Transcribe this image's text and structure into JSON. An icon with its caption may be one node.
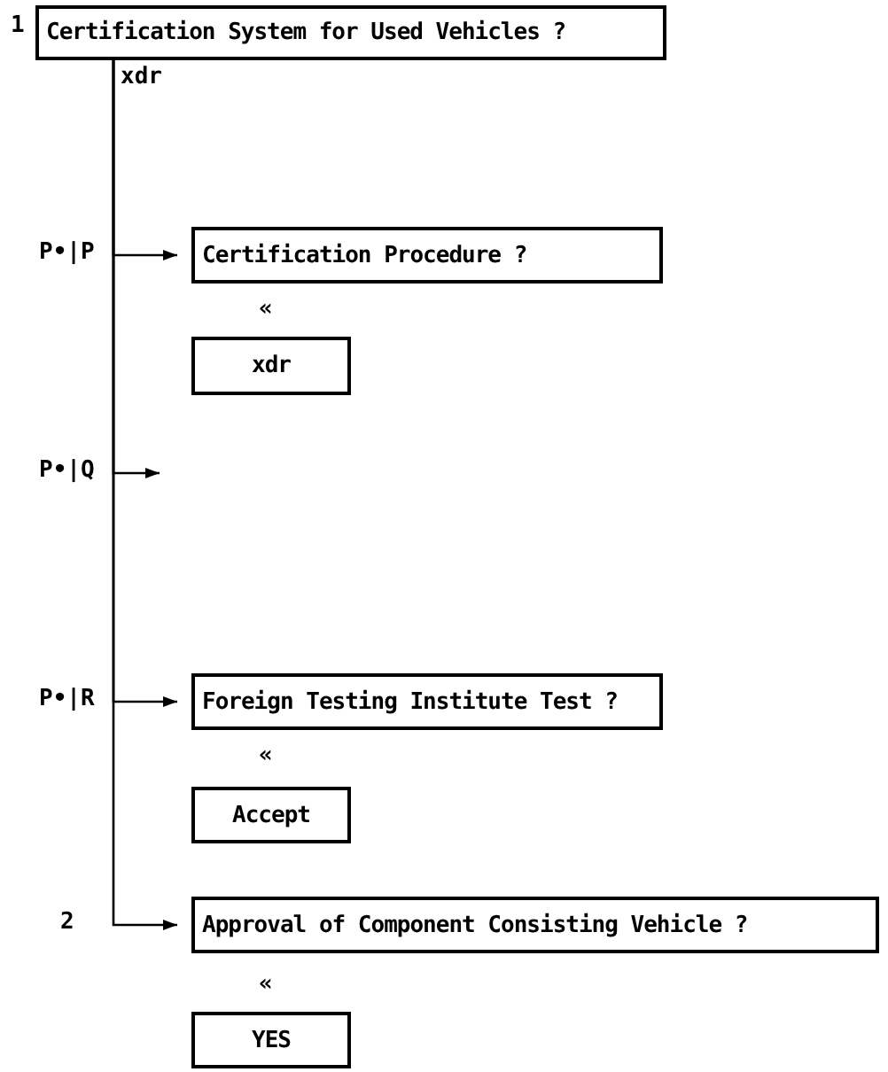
{
  "diagram": {
    "nodes": [
      {
        "text": [
          "Certification System for Used Vehicles ?"
        ],
        "beside": [
          "1"
        ]
      },
      {
        "text": [
          "Certification Procedure ?"
        ]
      },
      {
        "text": [
          "xdr"
        ]
      },
      {
        "text": [
          "Foreign Testing Institute Test ?"
        ]
      },
      {
        "text": [
          "Accept"
        ]
      },
      {
        "text": [
          "Approval of Component Consisting Vehicle ?"
        ]
      },
      {
        "text": [
          "YES"
        ]
      }
    ],
    "edges": [
      {
        "from": 0,
        "to": 1,
        "arrow": "to"
      },
      {
        "from": 0,
        "to": null,
        "arrow": "to"
      },
      {
        "from": 0,
        "to": 3,
        "arrow": "to"
      },
      {
        "from": 0,
        "to": 5,
        "arrow": "to"
      }
    ],
    "labels": [
      "xdr",
      "P•|P",
      "«",
      "P•|Q",
      "P•|R",
      "«",
      "2",
      "«"
    ]
  }
}
